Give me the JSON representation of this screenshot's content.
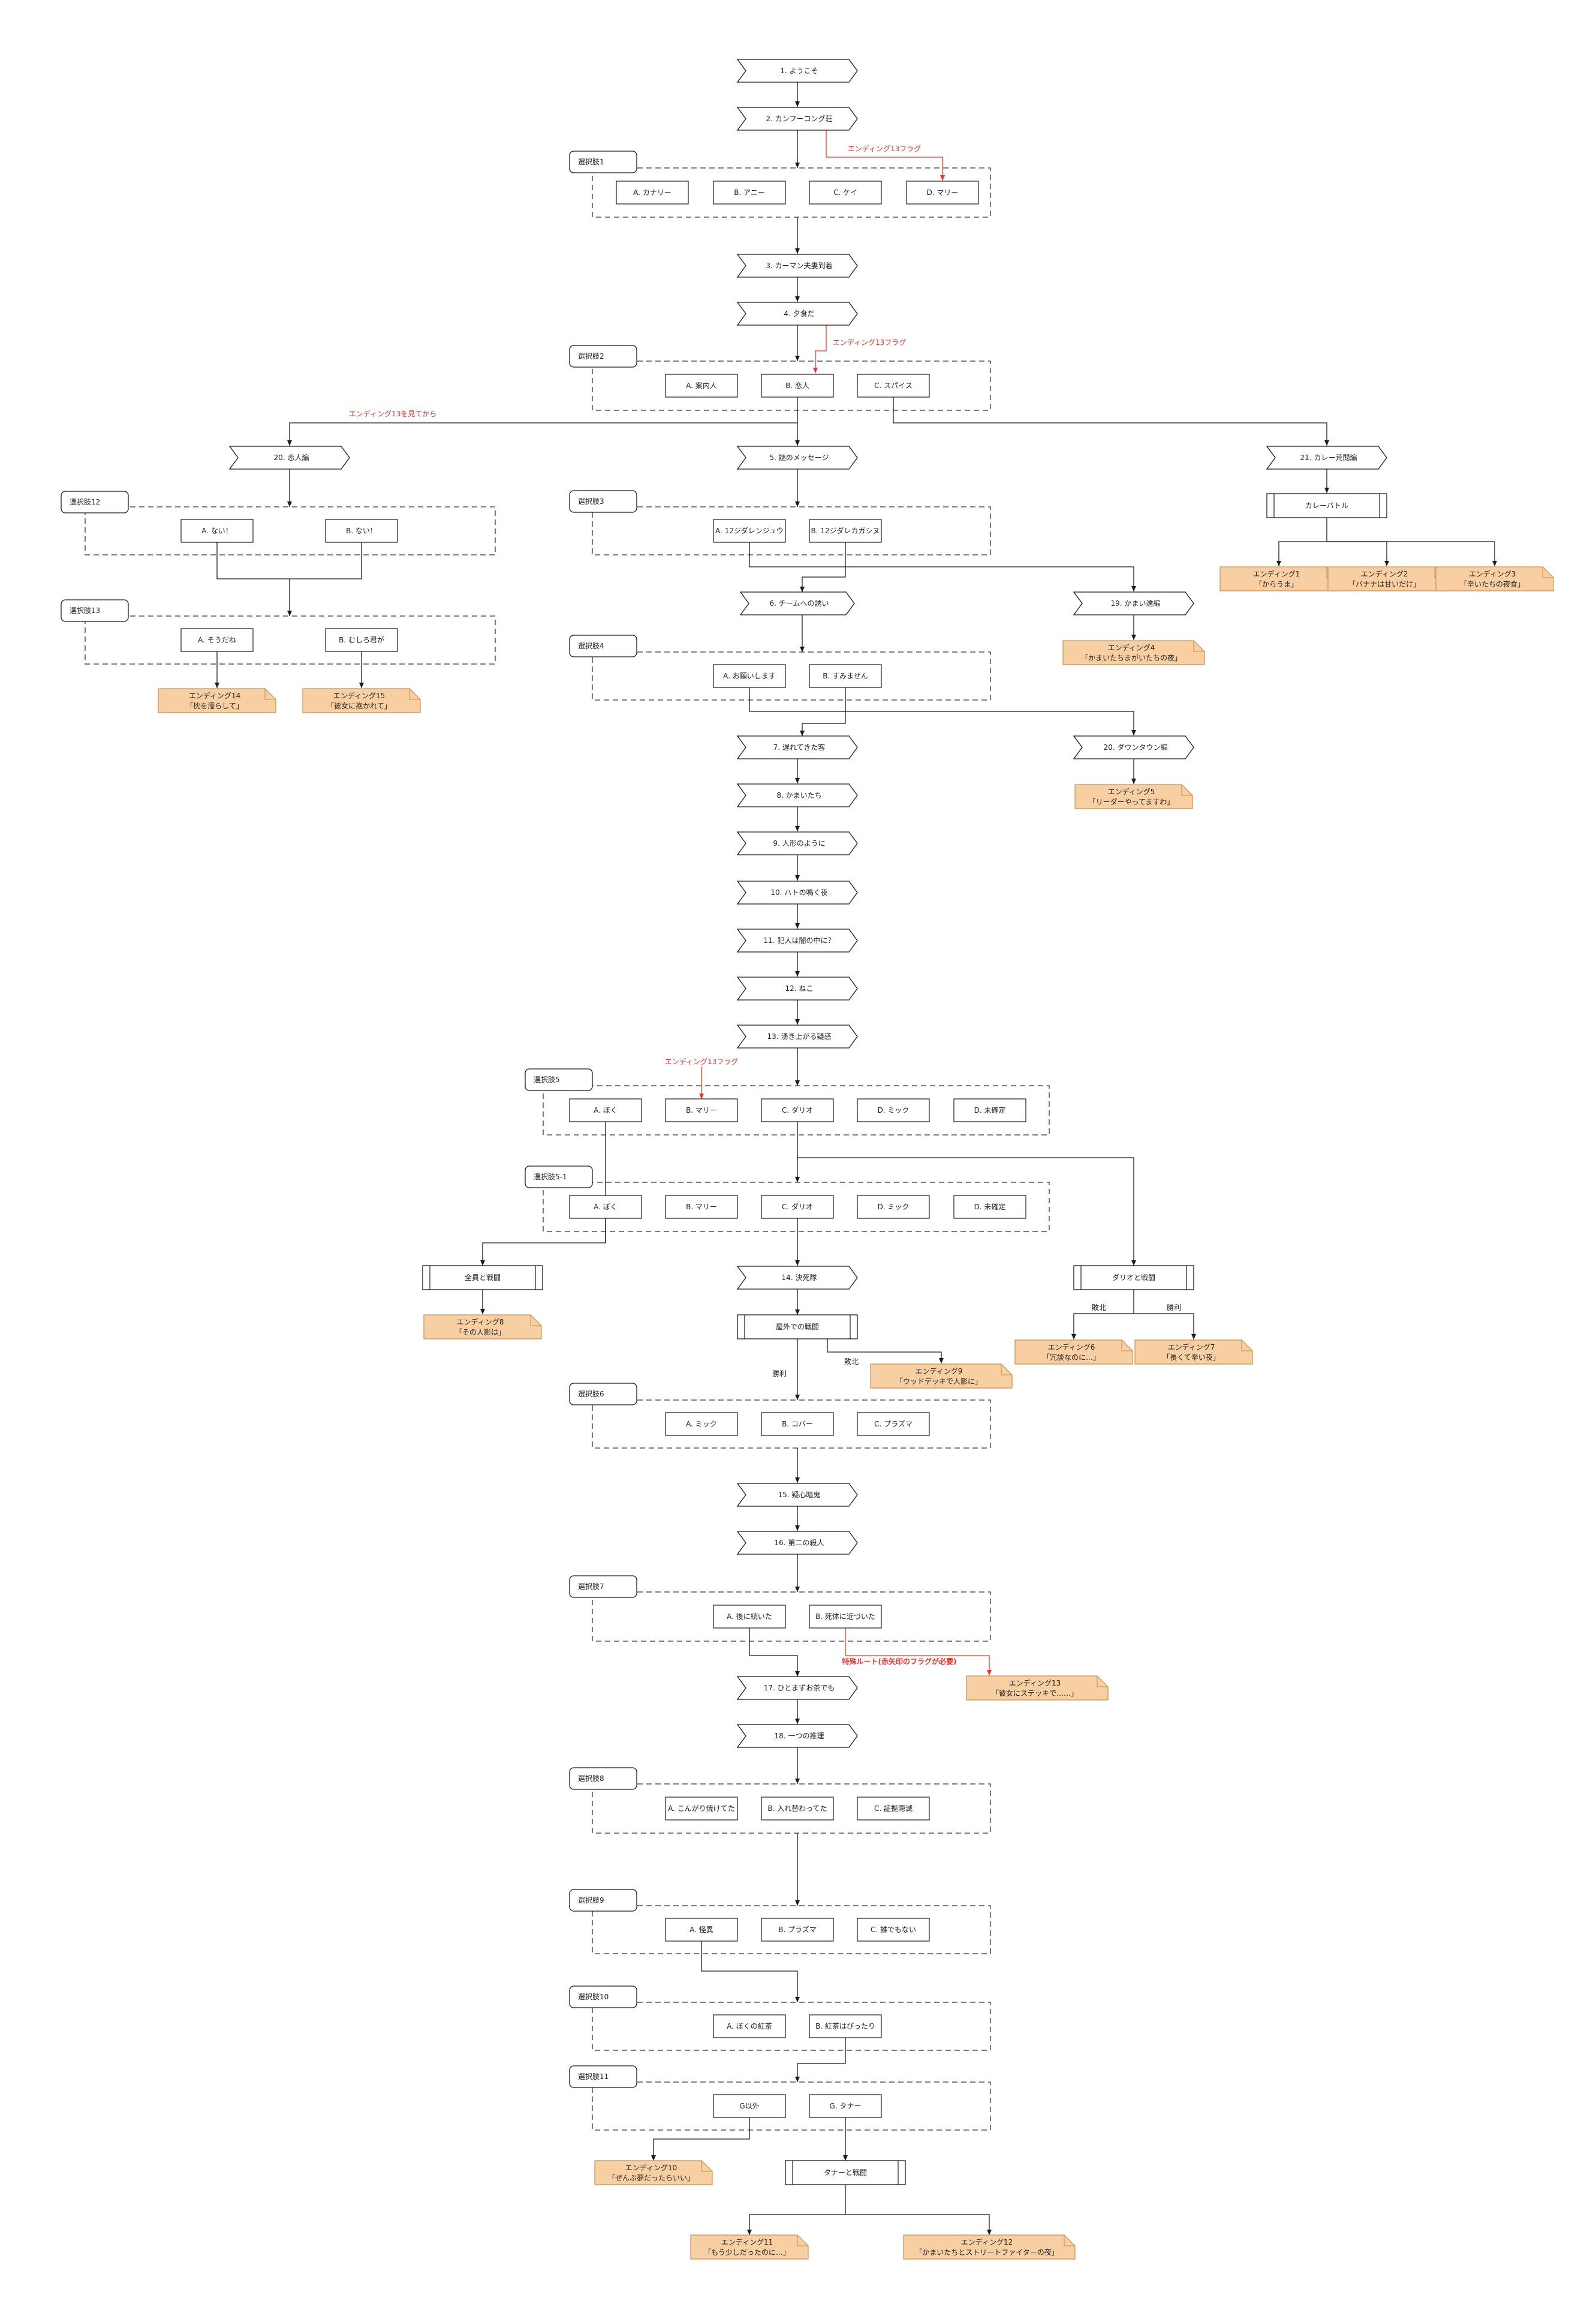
{
  "chapters": [
    {
      "id": "c1",
      "label": "1. ようこそ"
    },
    {
      "id": "c2",
      "label": "2. カンフーコング荘"
    },
    {
      "id": "c3",
      "label": "3. カーマン夫妻到着"
    },
    {
      "id": "c4",
      "label": "4. 夕食だ"
    },
    {
      "id": "c20a",
      "label": "20. 恋人編"
    },
    {
      "id": "c5",
      "label": "5. 謎のメッセージ"
    },
    {
      "id": "c21",
      "label": "21. カレー荒閲編"
    },
    {
      "id": "c6",
      "label": "6. チームへの誘い"
    },
    {
      "id": "c19",
      "label": "19. かまい達編"
    },
    {
      "id": "c7",
      "label": "7. 遅れてきた客"
    },
    {
      "id": "c20b",
      "label": "20. ダウンタウン編"
    },
    {
      "id": "c8",
      "label": "8. かまいたち"
    },
    {
      "id": "c9",
      "label": "9. 人形のように"
    },
    {
      "id": "c10",
      "label": "10. ハトの鳴く夜"
    },
    {
      "id": "c11",
      "label": "11. 犯人は闇の中に？"
    },
    {
      "id": "c12",
      "label": "12. ねこ"
    },
    {
      "id": "c13",
      "label": "13. 湧き上がる疑惑"
    },
    {
      "id": "c14",
      "label": "14. 決死隊"
    },
    {
      "id": "c15",
      "label": "15. 疑心暗鬼"
    },
    {
      "id": "c16",
      "label": "16. 第二の殺人"
    },
    {
      "id": "c17",
      "label": "17. ひとまずお茶でも"
    },
    {
      "id": "c18",
      "label": "18. 一つの推理"
    }
  ],
  "battles": [
    {
      "id": "b1",
      "label": "カレーバトル"
    },
    {
      "id": "b2",
      "label": "全員と戦闘"
    },
    {
      "id": "b3",
      "label": "ダリオと戦闘"
    },
    {
      "id": "b4",
      "label": "屋外での戦闘"
    },
    {
      "id": "b5",
      "label": "タナーと戦闘"
    }
  ],
  "groups": [
    {
      "id": "g1",
      "title": "選択肢1",
      "options": [
        {
          "id": "g1a",
          "label": "A. カナリー"
        },
        {
          "id": "g1b",
          "label": "B. アニー"
        },
        {
          "id": "g1c",
          "label": "C. ケイ"
        },
        {
          "id": "g1d",
          "label": "D. マリー"
        }
      ]
    },
    {
      "id": "g2",
      "title": "選択肢2",
      "options": [
        {
          "id": "g2a",
          "label": "A. 案内人"
        },
        {
          "id": "g2b",
          "label": "B. 恋人"
        },
        {
          "id": "g2c",
          "label": "C. スパイス"
        }
      ]
    },
    {
      "id": "g12",
      "title": "選択肢12",
      "options": [
        {
          "id": "g12a",
          "label": "A. ない！"
        },
        {
          "id": "g12b",
          "label": "B. ない！"
        }
      ]
    },
    {
      "id": "g13",
      "title": "選択肢13",
      "options": [
        {
          "id": "g13a",
          "label": "A. そうだね"
        },
        {
          "id": "g13b",
          "label": "B. むしろ君が"
        }
      ]
    },
    {
      "id": "g3",
      "title": "選択肢3",
      "options": [
        {
          "id": "g3a",
          "label": "A. 12ジダレンジュウ"
        },
        {
          "id": "g3b",
          "label": "B. 12ジダレカガシヌ"
        }
      ]
    },
    {
      "id": "g4",
      "title": "選択肢4",
      "options": [
        {
          "id": "g4a",
          "label": "A. お願いします"
        },
        {
          "id": "g4b",
          "label": "B. すみません"
        }
      ]
    },
    {
      "id": "g5",
      "title": "選択肢5",
      "options": [
        {
          "id": "g5a",
          "label": "A. ぼく"
        },
        {
          "id": "g5b",
          "label": "B. マリー"
        },
        {
          "id": "g5c",
          "label": "C. ダリオ"
        },
        {
          "id": "g5d",
          "label": "D. ミック"
        },
        {
          "id": "g5e",
          "label": "D. 未確定"
        }
      ]
    },
    {
      "id": "g51",
      "title": "選択肢5-1",
      "options": [
        {
          "id": "g51a",
          "label": "A. ぼく"
        },
        {
          "id": "g51b",
          "label": "B. マリー"
        },
        {
          "id": "g51c",
          "label": "C. ダリオ"
        },
        {
          "id": "g51d",
          "label": "D. ミック"
        },
        {
          "id": "g51e",
          "label": "D. 未確定"
        }
      ]
    },
    {
      "id": "g6",
      "title": "選択肢6",
      "options": [
        {
          "id": "g6a",
          "label": "A. ミック"
        },
        {
          "id": "g6b",
          "label": "B. コバー"
        },
        {
          "id": "g6c",
          "label": "C. プラズマ"
        }
      ]
    },
    {
      "id": "g7",
      "title": "選択肢7",
      "options": [
        {
          "id": "g7a",
          "label": "A. 後に続いた"
        },
        {
          "id": "g7b",
          "label": "B. 死体に近づいた"
        }
      ]
    },
    {
      "id": "g8",
      "title": "選択肢8",
      "options": [
        {
          "id": "g8a",
          "label": "A. こんがり焼けてた"
        },
        {
          "id": "g8b",
          "label": "B. 入れ替わってた"
        },
        {
          "id": "g8c",
          "label": "C. 証拠隠滅"
        }
      ]
    },
    {
      "id": "g9",
      "title": "選択肢9",
      "options": [
        {
          "id": "g9a",
          "label": "A. 怪異"
        },
        {
          "id": "g9b",
          "label": "B. プラズマ"
        },
        {
          "id": "g9c",
          "label": "C. 誰でもない"
        }
      ]
    },
    {
      "id": "g10",
      "title": "選択肢10",
      "options": [
        {
          "id": "g10a",
          "label": "A. ぼくの紅茶"
        },
        {
          "id": "g10b",
          "label": "B. 紅茶はぴったり"
        }
      ]
    },
    {
      "id": "g11",
      "title": "選択肢11",
      "options": [
        {
          "id": "g11a",
          "label": "G以外"
        },
        {
          "id": "g11b",
          "label": "G. タナー"
        }
      ]
    }
  ],
  "endings": [
    {
      "id": "e1",
      "line1": "エンディング1",
      "line2": "「からうま」"
    },
    {
      "id": "e2",
      "line1": "エンディング2",
      "line2": "「バナナは甘いだけ」"
    },
    {
      "id": "e3",
      "line1": "エンディング3",
      "line2": "「辛いたちの夜食」"
    },
    {
      "id": "e4",
      "line1": "エンディング4",
      "line2": "「かまいたちまがいたちの夜」"
    },
    {
      "id": "e5",
      "line1": "エンディング5",
      "line2": "「リーダーやってますわ」"
    },
    {
      "id": "e6",
      "line1": "エンディング6",
      "line2": "「冗談なのに…」"
    },
    {
      "id": "e7",
      "line1": "エンディング7",
      "line2": "「長くて辛い夜」"
    },
    {
      "id": "e8",
      "line1": "エンディング8",
      "line2": "「その人影は」"
    },
    {
      "id": "e9",
      "line1": "エンディング9",
      "line2": "「ウッドデッキで人影に」"
    },
    {
      "id": "e10",
      "line1": "エンディング10",
      "line2": "「ぜんぶ夢だったらいい」"
    },
    {
      "id": "e11",
      "line1": "エンディング11",
      "line2": "「もう少しだったのに…」"
    },
    {
      "id": "e12",
      "line1": "エンディング12",
      "line2": "「かまいたちとストリートファイターの夜」"
    },
    {
      "id": "e13",
      "line1": "エンディング13",
      "line2": "「彼女にステッキで……」"
    },
    {
      "id": "e14",
      "line1": "エンディング14",
      "line2": "「枕を濡らして」"
    },
    {
      "id": "e15",
      "line1": "エンディング15",
      "line2": "「彼女に抱かれて」"
    }
  ],
  "annotations": [
    {
      "id": "n1",
      "text": "エンディング13フラグ"
    },
    {
      "id": "n2",
      "text": "エンディング13フラグ"
    },
    {
      "id": "n3",
      "text": "エンディング13を見てから"
    },
    {
      "id": "n4",
      "text": "エンディング13フラグ"
    },
    {
      "id": "n5",
      "text": "特殊ルート(赤矢印のフラグが必要)"
    },
    {
      "id": "n6",
      "text": "勝利"
    },
    {
      "id": "n7",
      "text": "敗北"
    },
    {
      "id": "n8",
      "text": "敗北"
    },
    {
      "id": "n9",
      "text": "勝利"
    }
  ],
  "colors": {
    "line": "#1a1a1a",
    "flag": "#e8342b",
    "ending_fill": "#f8cfa2",
    "ending_stroke": "#c9904f",
    "box_stroke": "#333333"
  }
}
